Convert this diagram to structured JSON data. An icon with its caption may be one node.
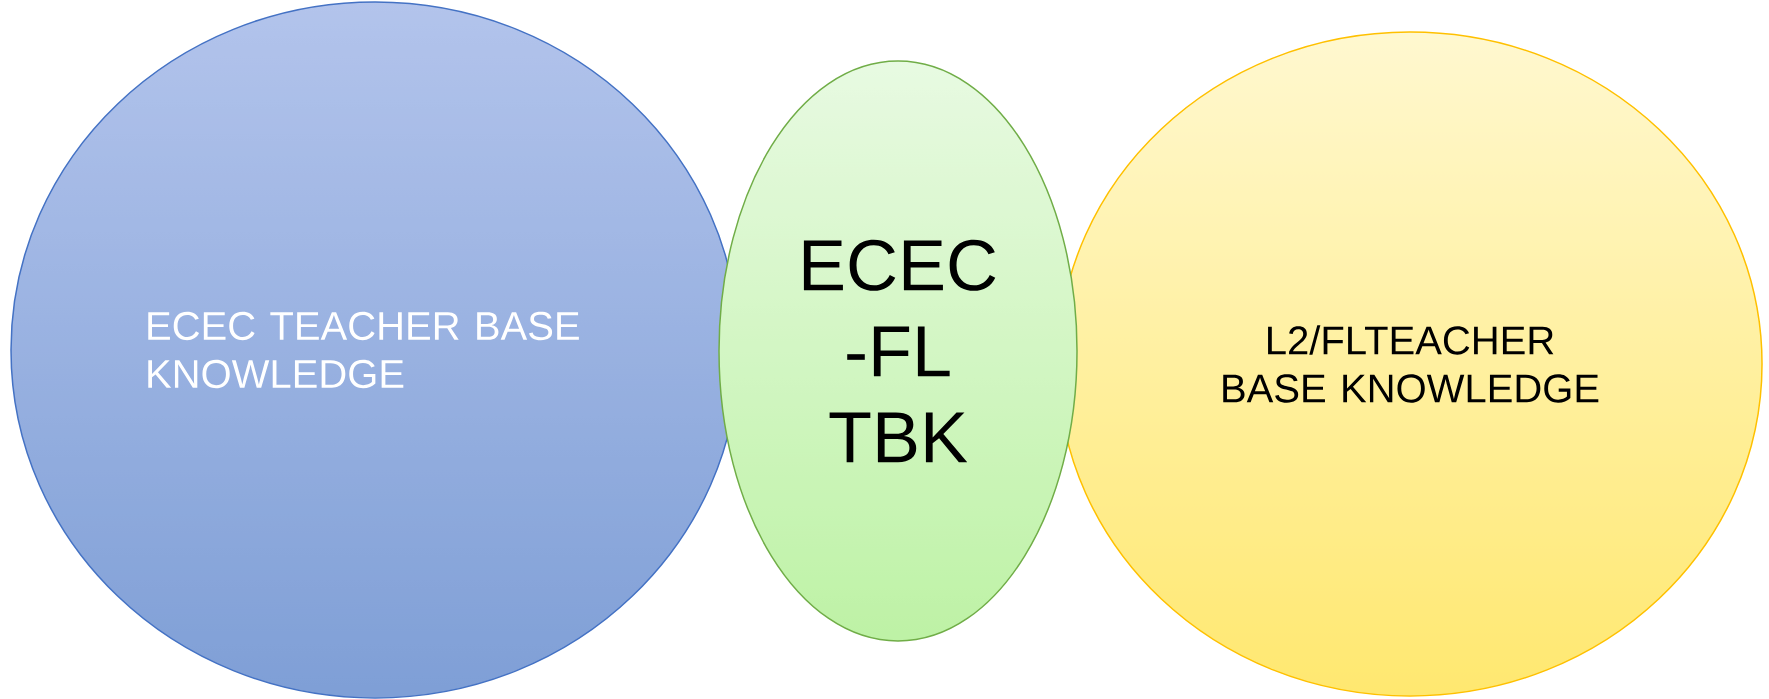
{
  "diagram": {
    "nodes": [
      {
        "text": [
          "ECEC TEACHER BASE KNOWLEDGE"
        ]
      },
      {
        "text": [
          "ECEC -FL TBK"
        ]
      },
      {
        "text": [
          "L2/FLTEACHER BASE KNOWLEDGE"
        ]
      }
    ]
  }
}
